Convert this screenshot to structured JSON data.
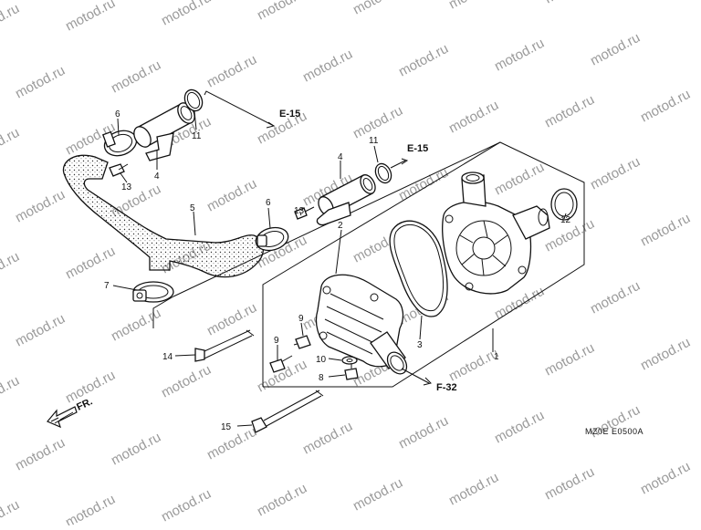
{
  "watermark": "motod.ru",
  "callouts": {
    "c1": "1",
    "c2": "2",
    "c3": "3",
    "c4a": "4",
    "c4b": "4",
    "c5": "5",
    "c6a": "6",
    "c6b": "6",
    "c7": "7",
    "c8": "8",
    "c9a": "9",
    "c9b": "9",
    "c10": "10",
    "c11a": "11",
    "c11b": "11",
    "c12": "12",
    "c13a": "13",
    "c13b": "13",
    "c14": "14",
    "c15": "15"
  },
  "refs": {
    "e15a": "E-15",
    "e15b": "E-15",
    "f32": "F-32"
  },
  "direction_label": "FR.",
  "diagram_code": "MZ0E  E0500A"
}
